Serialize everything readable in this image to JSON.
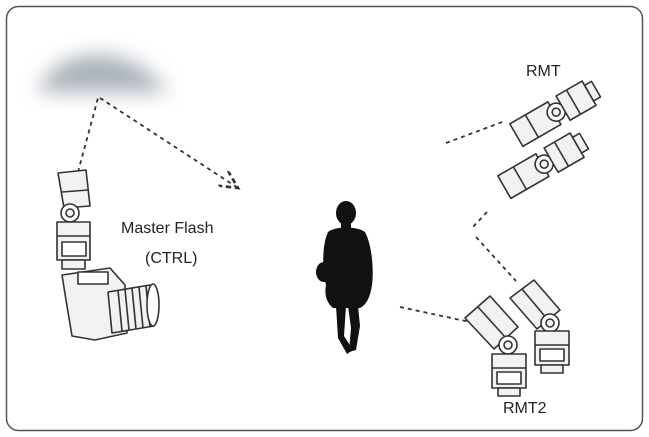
{
  "labels": {
    "master_flash": "Master Flash",
    "ctrl": "(CTRL)",
    "rmt": "RMT",
    "rmt2": "RMT2"
  },
  "colors": {
    "border": "#555555",
    "dash": "#333333",
    "flash_fill": "#f2f2f2",
    "flash_stroke": "#333333",
    "silhouette": "#111111",
    "ceiling_blur": "#9aa3ad"
  },
  "icons": {
    "ceiling": "blurred-ceiling-bounce",
    "master": "camera-with-flash-icon",
    "remote": "speedlite-icon",
    "person": "person-silhouette-icon"
  }
}
